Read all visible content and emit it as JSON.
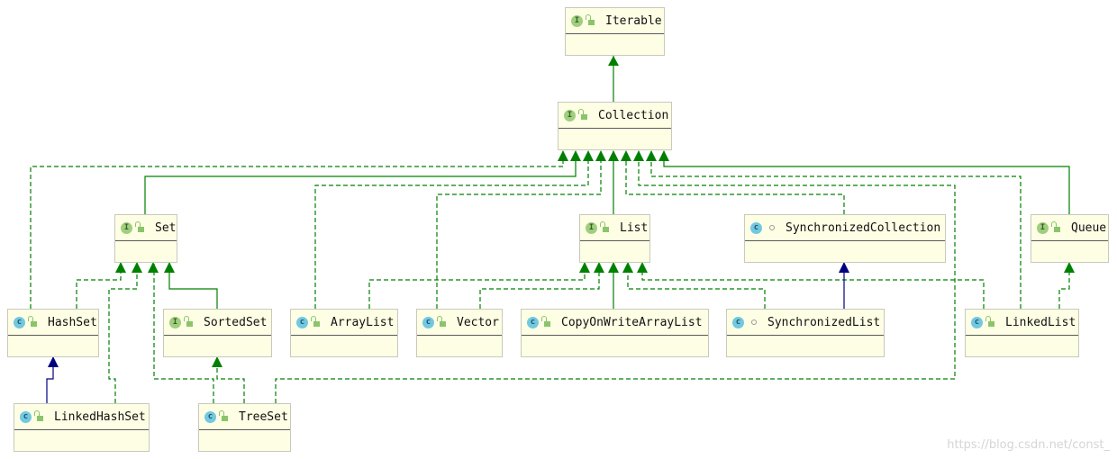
{
  "nodes": {
    "iterable": {
      "label": "Iterable",
      "kind": "interface"
    },
    "collection": {
      "label": "Collection",
      "kind": "interface"
    },
    "set": {
      "label": "Set",
      "kind": "interface"
    },
    "list": {
      "label": "List",
      "kind": "interface"
    },
    "synchronized_collection": {
      "label": "SynchronizedCollection",
      "kind": "class"
    },
    "queue": {
      "label": "Queue",
      "kind": "interface"
    },
    "hashset": {
      "label": "HashSet",
      "kind": "class"
    },
    "sortedset": {
      "label": "SortedSet",
      "kind": "interface"
    },
    "arraylist": {
      "label": "ArrayList",
      "kind": "class"
    },
    "vector": {
      "label": "Vector",
      "kind": "class"
    },
    "copyonwrite": {
      "label": "CopyOnWriteArrayList",
      "kind": "class"
    },
    "synchronized_list": {
      "label": "SynchronizedList",
      "kind": "class"
    },
    "linkedlist": {
      "label": "LinkedList",
      "kind": "class"
    },
    "linkedhashset": {
      "label": "LinkedHashSet",
      "kind": "class"
    },
    "treeset": {
      "label": "TreeSet",
      "kind": "class"
    }
  },
  "icons": {
    "interface": "I",
    "class": "c"
  },
  "colors": {
    "implements": "#008000",
    "extends_interface": "#008000",
    "extends_class": "#000080",
    "node_bg": "#fefee5"
  },
  "watermark": "https://blog.csdn.net/const_"
}
